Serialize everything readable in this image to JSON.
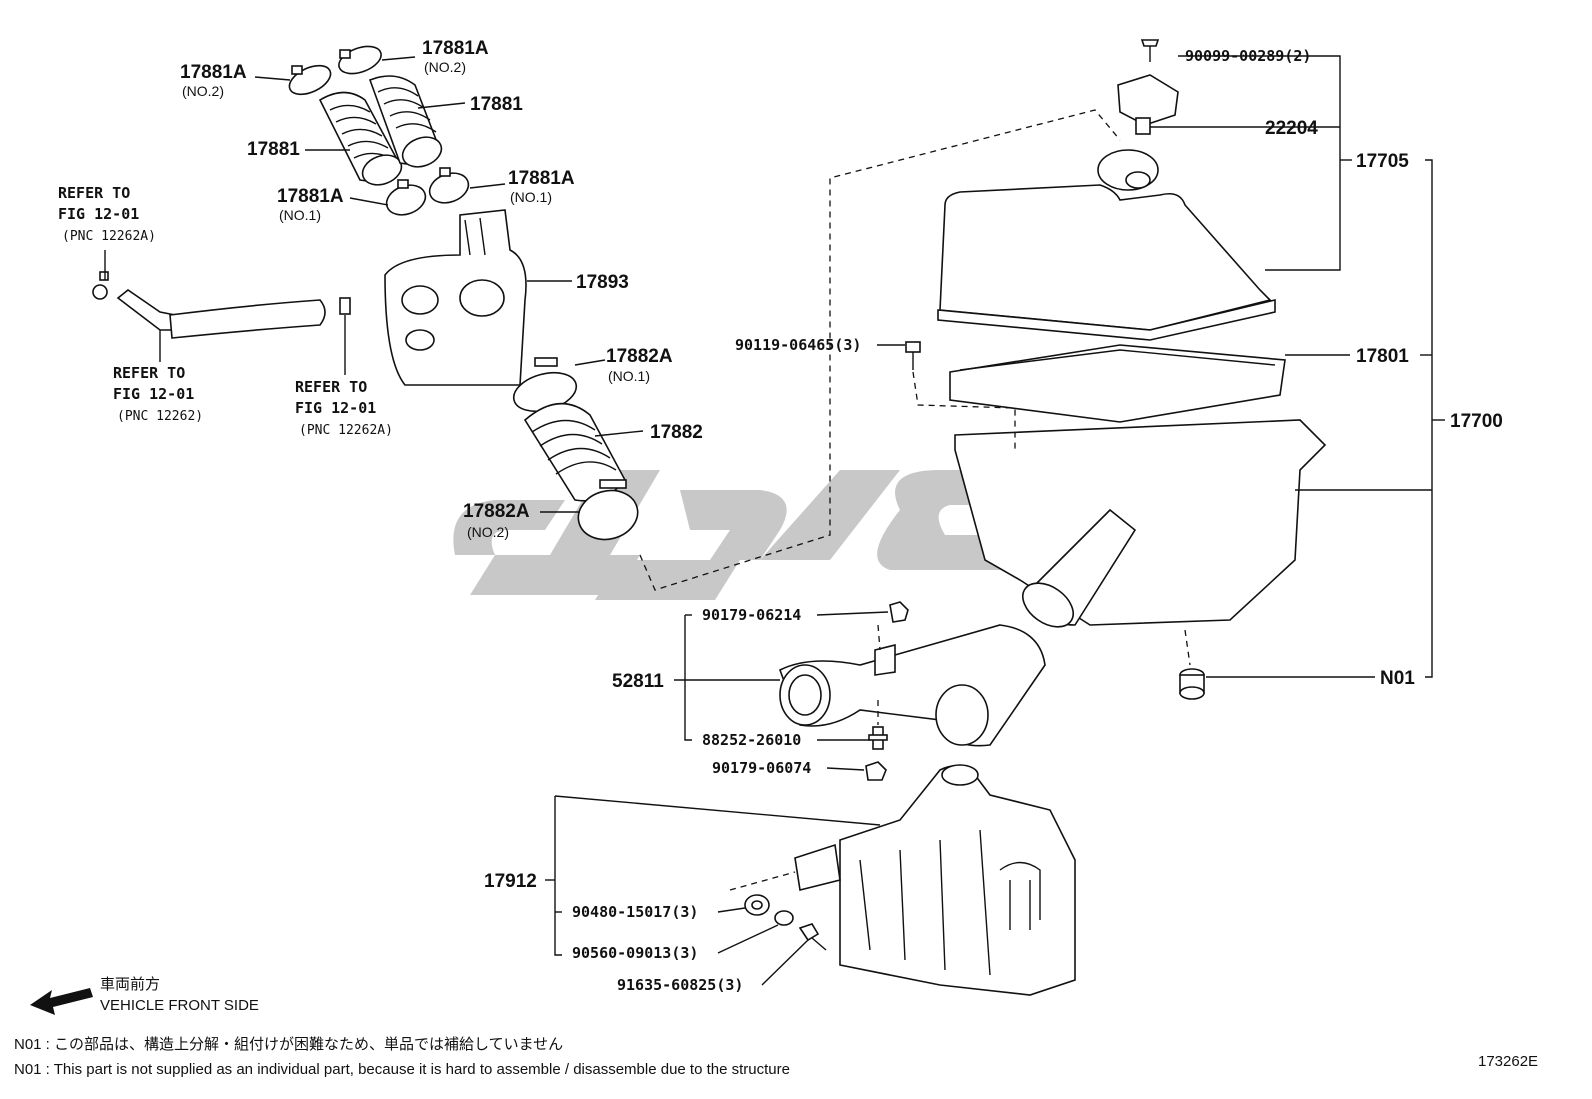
{
  "diagram_id": "173262E",
  "watermark_text": "",
  "colors": {
    "ink": "#111111",
    "watermark": "#c8c8c8"
  },
  "labels": {
    "p17881A_no2_top": "17881A",
    "p17881A_no2_top_sub": "(NO.2)",
    "p17881A_no2_left": "17881A",
    "p17881A_no2_left_sub": "(NO.2)",
    "p17881_right": "17881",
    "p17881_left": "17881",
    "p17881A_no1_left": "17881A",
    "p17881A_no1_left_sub": "(NO.1)",
    "p17881A_no1_right": "17881A",
    "p17881A_no1_right_sub": "(NO.1)",
    "p17893": "17893",
    "p17882A_no1": "17882A",
    "p17882A_no1_sub": "(NO.1)",
    "p17882": "17882",
    "p17882A_no2": "17882A",
    "p17882A_no2_sub": "(NO.2)",
    "p90099": "90099-00289(2)",
    "p22204": "22204",
    "p17705": "17705",
    "p90119": "90119-06465(3)",
    "p17801": "17801",
    "p17700": "17700",
    "pN01": "N01",
    "p90179_06214": "90179-06214",
    "p52811": "52811",
    "p88252": "88252-26010",
    "p90179_06074": "90179-06074",
    "p17912": "17912",
    "p90480": "90480-15017(3)",
    "p90560": "90560-09013(3)",
    "p91635": "91635-60825(3)"
  },
  "refer": {
    "a_line1": "REFER TO",
    "a_line2": "FIG 12-01",
    "a_line3": "(PNC 12262A)",
    "b_line1": "REFER TO",
    "b_line2": "FIG 12-01",
    "b_line3": "(PNC 12262)",
    "c_line1": "REFER TO",
    "c_line2": "FIG 12-01",
    "c_line3": "(PNC 12262A)"
  },
  "direction": {
    "jp": "車両前方",
    "en": "VEHICLE FRONT SIDE",
    "icon": "arrow-left-icon"
  },
  "notes": {
    "jp": "N01 : この部品は、構造上分解・組付けが困難なため、単品では補給していません",
    "en": "N01 : This part is not supplied as an individual part, because it is hard to assemble / disassemble due to the structure"
  }
}
